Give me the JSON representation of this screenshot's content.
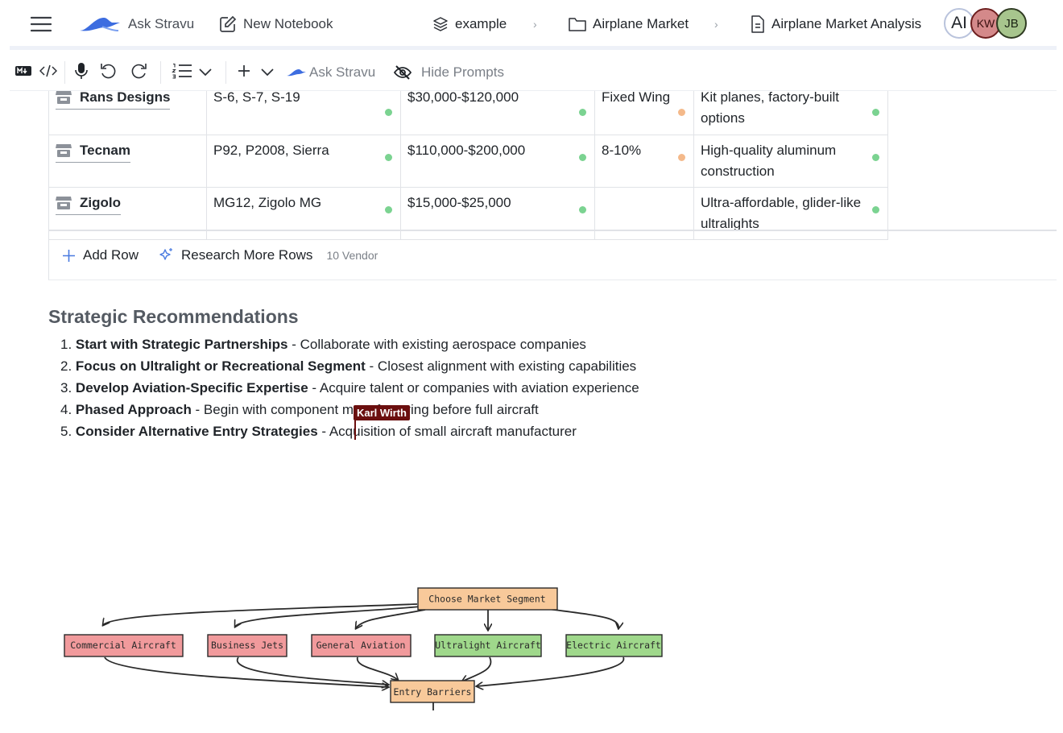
{
  "header": {
    "ask_label": "Ask Stravu",
    "new_notebook_label": "New Notebook",
    "breadcrumbs": [
      "example",
      "Airplane Market",
      "Airplane Market Analysis"
    ],
    "breadcrumb_sep": "›",
    "avatars": [
      {
        "initials": "AI",
        "color": "#ffffff"
      },
      {
        "initials": "KW",
        "color": "#d4898a"
      },
      {
        "initials": "JB",
        "color": "#a7c58d"
      }
    ]
  },
  "toolbar": {
    "ask_label": "Ask Stravu",
    "hide_prompts_label": "Hide Prompts"
  },
  "table": {
    "rows": [
      {
        "vendor": "Rans Designs",
        "models": "S-6, S-7, S-19",
        "price": "$30,000-$120,000",
        "share": "Fixed Wing",
        "notes": "Kit planes, factory-built options",
        "dots": [
          "g",
          "g",
          "o",
          "g"
        ]
      },
      {
        "vendor": "Tecnam",
        "models": "P92, P2008, Sierra",
        "price": "$110,000-$200,000",
        "share": "8-10%",
        "notes": "High-quality aluminum construction",
        "dots": [
          "g",
          "g",
          "o",
          "g"
        ]
      },
      {
        "vendor": "Zigolo",
        "models": "MG12, Zigolo MG",
        "price": "$15,000-$25,000",
        "share": "",
        "notes": "Ultra-affordable, glider-like ultralights",
        "dots": [
          "g",
          "g",
          "",
          "g"
        ]
      }
    ],
    "add_row_label": "Add Row",
    "research_label": "Research More Rows",
    "count_label": "10 Vendor"
  },
  "recommendations": {
    "title": "Strategic Recommendations",
    "items": [
      {
        "num": "1.",
        "bold": "Start with Strategic Partnerships",
        "rest": " - Collaborate with existing aerospace companies"
      },
      {
        "num": "2.",
        "bold": "Focus on Ultralight or Recreational Segment",
        "rest": " - Closest alignment with existing capabilities"
      },
      {
        "num": "3.",
        "bold": "Develop Aviation-Specific Expertise",
        "rest": " - Acquire talent or companies with aviation experience"
      },
      {
        "num": "4.",
        "bold": "Phased Approach",
        "rest": " - Begin with component manufacturing before full aircraft"
      },
      {
        "num": "5.",
        "bold": "Consider Alternative Entry Strategies",
        "rest": " - Acquisition of small aircraft manufacturer"
      }
    ],
    "collaborator_cursor": "Karl Wirth"
  },
  "diagram": {
    "top_node": "Choose Market Segment",
    "segments": [
      {
        "label": "Commercial Aircraft",
        "color": "#f19a9c"
      },
      {
        "label": "Business Jets",
        "color": "#f19a9c"
      },
      {
        "label": "General Aviation",
        "color": "#f19a9c"
      },
      {
        "label": "Ultralight Aircraft",
        "color": "#9fd88b"
      },
      {
        "label": "Electric Aircraft",
        "color": "#9fd88b"
      }
    ],
    "bottom_node": "Entry Barriers",
    "node_color": "#f8c99a"
  }
}
